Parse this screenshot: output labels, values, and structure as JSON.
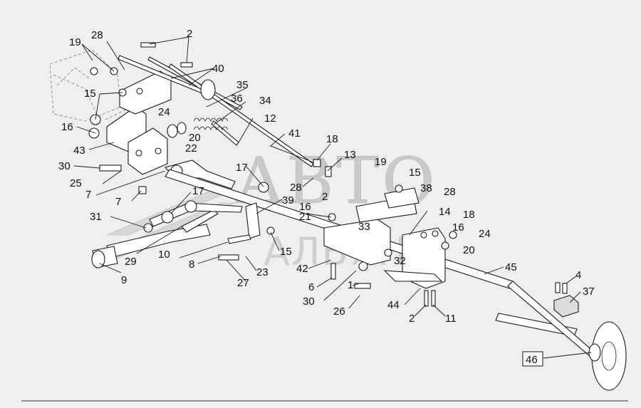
{
  "diagram": {
    "type": "exploded parts diagram",
    "watermark": {
      "line1": "АВТО",
      "line2": "АЛЬЯНС"
    },
    "part_numbers": [
      "1",
      "2",
      "4",
      "6",
      "7",
      "8",
      "9",
      "10",
      "11",
      "12",
      "13",
      "14",
      "15",
      "16",
      "17",
      "18",
      "19",
      "20",
      "21",
      "22",
      "23",
      "24",
      "25",
      "26",
      "27",
      "28",
      "29",
      "30",
      "31",
      "32",
      "33",
      "34",
      "35",
      "36",
      "37",
      "38",
      "39",
      "40",
      "41",
      "42",
      "43",
      "44",
      "45",
      "46"
    ],
    "callouts": {
      "c28a": "28",
      "c2a": "2",
      "c19a": "19",
      "c40": "40",
      "c35": "35",
      "c15a": "15",
      "c36": "36",
      "c34": "34",
      "c24a": "24",
      "c20a": "20",
      "c12": "12",
      "c16a": "16",
      "c41": "41",
      "c43": "43",
      "c22": "22",
      "c18a": "18",
      "c30a": "30",
      "c13": "13",
      "c19b": "19",
      "c17a": "17",
      "c25": "25",
      "c15b": "15",
      "c28b": "28",
      "c7a": "7",
      "c2b": "2",
      "c38": "38",
      "c28c": "28",
      "c7b": "7",
      "c17b": "17",
      "c39": "39",
      "c16b": "16",
      "c21": "21",
      "c14": "14",
      "c18b": "18",
      "c31": "31",
      "c33": "33",
      "c16c": "16",
      "c24b": "24",
      "c29": "29",
      "c10": "10",
      "c15c": "15",
      "c20b": "20",
      "c32": "32",
      "c8": "8",
      "c42": "42",
      "c23": "23",
      "c45": "45",
      "c9": "9",
      "c27": "27",
      "c4": "4",
      "c6": "6",
      "c1": "1",
      "c37": "37",
      "c30b": "30",
      "c44": "44",
      "c26": "26",
      "c2c": "2",
      "c11": "11",
      "c46": "46"
    }
  }
}
